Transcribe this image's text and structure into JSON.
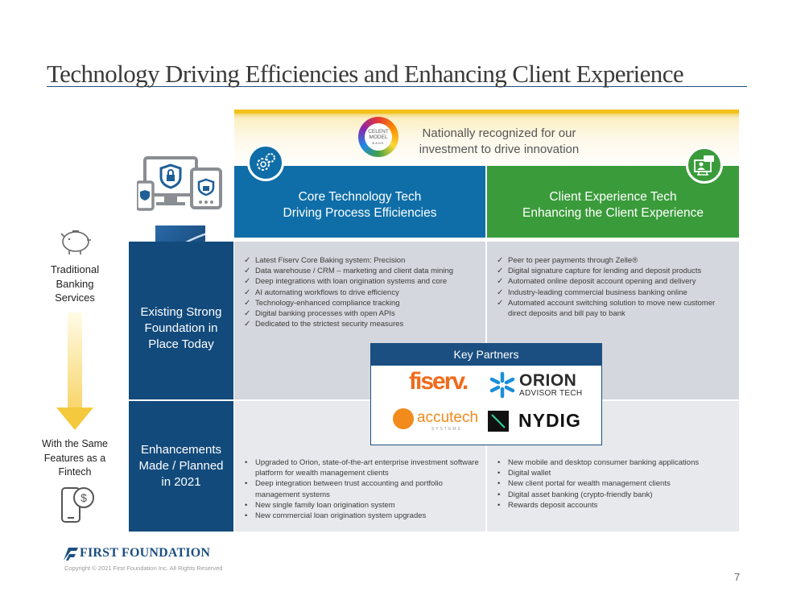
{
  "title": "Technology Driving Efficiencies and Enhancing Client Experience",
  "banner": {
    "badge_text": [
      "CELENT",
      "MODEL",
      "BANK"
    ],
    "line1": "Nationally recognized for our",
    "line2": "investment to drive innovation"
  },
  "columns": {
    "core": {
      "line1": "Core Technology Tech",
      "line2": "Driving Process Efficiencies",
      "color": "#0f6ea8"
    },
    "client": {
      "line1": "Client Experience Tech",
      "line2": "Enhancing the Client Experience",
      "color": "#3a9b3b"
    }
  },
  "rows": {
    "existing": {
      "line1": "Existing Strong",
      "line2": "Foundation in",
      "line3": "Place Today"
    },
    "enhancements": {
      "line1": "Enhancements",
      "line2": "Made / Planned",
      "line3": "in 2021"
    }
  },
  "existing_core": [
    "Latest Fiserv Core Baking system: Precision",
    "Data warehouse / CRM – marketing and client data mining",
    "Deep integrations with loan origination systems and core",
    "AI automating workflows to drive efficiency",
    "Technology-enhanced compliance tracking",
    "Digital banking processes with open APIs",
    "Dedicated to the strictest security measures"
  ],
  "existing_client": [
    "Peer to peer payments through Zelle®",
    "Digital signature capture for lending and deposit products",
    "Automated online deposit account opening and delivery",
    "Industry-leading commercial business banking online",
    "Automated account switching solution to move new customer direct deposits and bill pay to bank"
  ],
  "enh_core": [
    "Upgraded to Orion, state-of-the-art enterprise investment software platform for wealth management clients",
    "Deep integration between trust accounting and portfolio management systems",
    "New single family loan origination system",
    "New commercial loan origination system upgrades"
  ],
  "enh_client": [
    "New mobile and desktop consumer banking applications",
    "Digital wallet",
    "New client portal for wealth management clients",
    "Digital asset banking (crypto-friendly bank)",
    "Rewards deposit accounts"
  ],
  "key_partners": {
    "header": "Key Partners",
    "fiserv": "fiserv.",
    "orion": "ORION",
    "orion_sub": "ADVISOR TECH",
    "accutech": "accutech",
    "accutech_sub": "SYSTEMS",
    "nydig": "NYDIG"
  },
  "timeline": {
    "top": [
      "Traditional",
      "Banking",
      "Services"
    ],
    "bottom": [
      "With the Same",
      "Features as a",
      "Fintech"
    ]
  },
  "footer": {
    "logo": "FIRST FOUNDATION",
    "copyright": "Copyright © 2021 First Foundation Inc. All Rights Reserved",
    "page": "7"
  }
}
